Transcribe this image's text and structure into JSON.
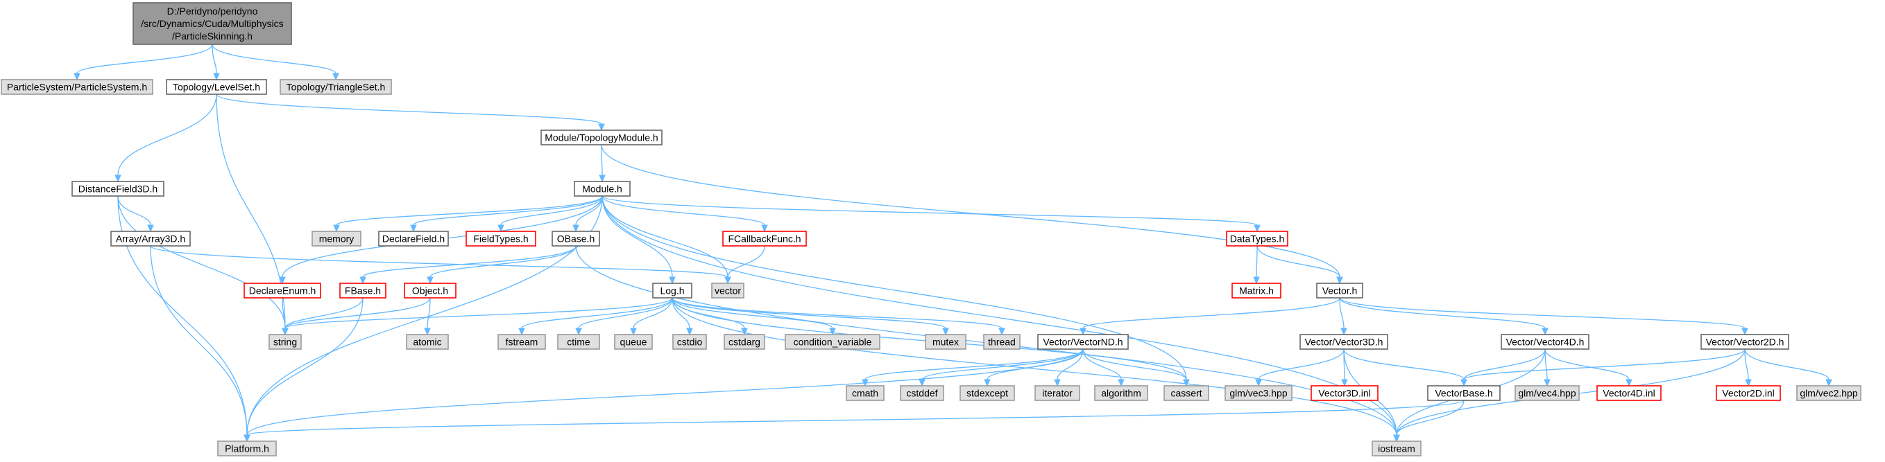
{
  "colors": {
    "root_fill": "#999999",
    "root_stroke": "#666666",
    "normal_fill": "#ffffff",
    "normal_stroke": "#666666",
    "external_fill": "#e0e0e0",
    "external_stroke": "#999999",
    "truncated_stroke": "#ff0000",
    "edge": "#63b8ff"
  },
  "nodes": [
    {
      "id": "root",
      "lines": [
        "D:/Peridyno/peridyno",
        "/src/Dynamics/Cuda/Multiphysics",
        "/ParticleSkinning.h"
      ],
      "kind": "root"
    },
    {
      "id": "psys",
      "lines": [
        "ParticleSystem/ParticleSystem.h"
      ],
      "kind": "external"
    },
    {
      "id": "levelset",
      "lines": [
        "Topology/LevelSet.h"
      ],
      "kind": "normal"
    },
    {
      "id": "triset",
      "lines": [
        "Topology/TriangleSet.h"
      ],
      "kind": "external"
    },
    {
      "id": "topomod",
      "lines": [
        "Module/TopologyModule.h"
      ],
      "kind": "normal"
    },
    {
      "id": "df3d",
      "lines": [
        "DistanceField3D.h"
      ],
      "kind": "normal"
    },
    {
      "id": "module",
      "lines": [
        "Module.h"
      ],
      "kind": "normal"
    },
    {
      "id": "array3d",
      "lines": [
        "Array/Array3D.h"
      ],
      "kind": "normal"
    },
    {
      "id": "memory",
      "lines": [
        "memory"
      ],
      "kind": "external"
    },
    {
      "id": "declfield",
      "lines": [
        "DeclareField.h"
      ],
      "kind": "normal"
    },
    {
      "id": "fieldtypes",
      "lines": [
        "FieldTypes.h"
      ],
      "kind": "truncated"
    },
    {
      "id": "obase",
      "lines": [
        "OBase.h"
      ],
      "kind": "normal"
    },
    {
      "id": "fcallback",
      "lines": [
        "FCallbackFunc.h"
      ],
      "kind": "truncated"
    },
    {
      "id": "datatypes",
      "lines": [
        "DataTypes.h"
      ],
      "kind": "truncated"
    },
    {
      "id": "declenum",
      "lines": [
        "DeclareEnum.h"
      ],
      "kind": "truncated"
    },
    {
      "id": "fbase",
      "lines": [
        "FBase.h"
      ],
      "kind": "truncated"
    },
    {
      "id": "object",
      "lines": [
        "Object.h"
      ],
      "kind": "truncated"
    },
    {
      "id": "log",
      "lines": [
        "Log.h"
      ],
      "kind": "normal"
    },
    {
      "id": "vector",
      "lines": [
        "vector"
      ],
      "kind": "external"
    },
    {
      "id": "matrix",
      "lines": [
        "Matrix.h"
      ],
      "kind": "truncated"
    },
    {
      "id": "vectorh",
      "lines": [
        "Vector.h"
      ],
      "kind": "normal"
    },
    {
      "id": "string",
      "lines": [
        "string"
      ],
      "kind": "external"
    },
    {
      "id": "atomic",
      "lines": [
        "atomic"
      ],
      "kind": "external"
    },
    {
      "id": "fstream",
      "lines": [
        "fstream"
      ],
      "kind": "external"
    },
    {
      "id": "ctime",
      "lines": [
        "ctime"
      ],
      "kind": "external"
    },
    {
      "id": "queue",
      "lines": [
        "queue"
      ],
      "kind": "external"
    },
    {
      "id": "cstdio",
      "lines": [
        "cstdio"
      ],
      "kind": "external"
    },
    {
      "id": "cstdarg",
      "lines": [
        "cstdarg"
      ],
      "kind": "external"
    },
    {
      "id": "condvar",
      "lines": [
        "condition_variable"
      ],
      "kind": "external"
    },
    {
      "id": "mutex",
      "lines": [
        "mutex"
      ],
      "kind": "external"
    },
    {
      "id": "thread",
      "lines": [
        "thread"
      ],
      "kind": "external"
    },
    {
      "id": "vecnd",
      "lines": [
        "Vector/VectorND.h"
      ],
      "kind": "normal"
    },
    {
      "id": "vec3d",
      "lines": [
        "Vector/Vector3D.h"
      ],
      "kind": "normal"
    },
    {
      "id": "vec4d",
      "lines": [
        "Vector/Vector4D.h"
      ],
      "kind": "normal"
    },
    {
      "id": "vec2d",
      "lines": [
        "Vector/Vector2D.h"
      ],
      "kind": "normal"
    },
    {
      "id": "cmath",
      "lines": [
        "cmath"
      ],
      "kind": "external"
    },
    {
      "id": "cstddef",
      "lines": [
        "cstddef"
      ],
      "kind": "external"
    },
    {
      "id": "stdexcept",
      "lines": [
        "stdexcept"
      ],
      "kind": "external"
    },
    {
      "id": "iterator",
      "lines": [
        "iterator"
      ],
      "kind": "external"
    },
    {
      "id": "algorithm",
      "lines": [
        "algorithm"
      ],
      "kind": "external"
    },
    {
      "id": "cassert",
      "lines": [
        "cassert"
      ],
      "kind": "external"
    },
    {
      "id": "glmvec3",
      "lines": [
        "glm/vec3.hpp"
      ],
      "kind": "external"
    },
    {
      "id": "vec3dinl",
      "lines": [
        "Vector3D.inl"
      ],
      "kind": "truncated"
    },
    {
      "id": "vecbase",
      "lines": [
        "VectorBase.h"
      ],
      "kind": "normal"
    },
    {
      "id": "glmvec4",
      "lines": [
        "glm/vec4.hpp"
      ],
      "kind": "external"
    },
    {
      "id": "vec4dinl",
      "lines": [
        "Vector4D.inl"
      ],
      "kind": "truncated"
    },
    {
      "id": "vec2dinl",
      "lines": [
        "Vector2D.inl"
      ],
      "kind": "truncated"
    },
    {
      "id": "glmvec2",
      "lines": [
        "glm/vec2.hpp"
      ],
      "kind": "external"
    },
    {
      "id": "platform",
      "lines": [
        "Platform.h"
      ],
      "kind": "external"
    },
    {
      "id": "iostream",
      "lines": [
        "iostream"
      ],
      "kind": "external"
    }
  ],
  "edges": [
    [
      "root",
      "psys"
    ],
    [
      "root",
      "levelset"
    ],
    [
      "root",
      "triset"
    ],
    [
      "levelset",
      "topomod"
    ],
    [
      "levelset",
      "df3d"
    ],
    [
      "levelset",
      "string"
    ],
    [
      "topomod",
      "module"
    ],
    [
      "topomod",
      "vectorh"
    ],
    [
      "df3d",
      "array3d"
    ],
    [
      "df3d",
      "string"
    ],
    [
      "df3d",
      "platform"
    ],
    [
      "array3d",
      "vector"
    ],
    [
      "array3d",
      "platform"
    ],
    [
      "module",
      "memory"
    ],
    [
      "module",
      "declfield"
    ],
    [
      "module",
      "fieldtypes"
    ],
    [
      "module",
      "obase"
    ],
    [
      "module",
      "fcallback"
    ],
    [
      "module",
      "datatypes"
    ],
    [
      "module",
      "declenum"
    ],
    [
      "module",
      "log"
    ],
    [
      "module",
      "vector"
    ],
    [
      "module",
      "cassert"
    ],
    [
      "module",
      "iostream"
    ],
    [
      "module",
      "platform"
    ],
    [
      "obase",
      "fbase"
    ],
    [
      "obase",
      "object"
    ],
    [
      "obase",
      "iostream"
    ],
    [
      "fcallback",
      "vector"
    ],
    [
      "datatypes",
      "matrix"
    ],
    [
      "datatypes",
      "vectorh"
    ],
    [
      "declenum",
      "string"
    ],
    [
      "fbase",
      "string"
    ],
    [
      "fbase",
      "platform"
    ],
    [
      "object",
      "string"
    ],
    [
      "object",
      "atomic"
    ],
    [
      "log",
      "string"
    ],
    [
      "log",
      "fstream"
    ],
    [
      "log",
      "ctime"
    ],
    [
      "log",
      "queue"
    ],
    [
      "log",
      "cstdio"
    ],
    [
      "log",
      "cstdarg"
    ],
    [
      "log",
      "condvar"
    ],
    [
      "log",
      "mutex"
    ],
    [
      "log",
      "thread"
    ],
    [
      "log",
      "cassert"
    ],
    [
      "log",
      "iostream"
    ],
    [
      "vectorh",
      "vecnd"
    ],
    [
      "vectorh",
      "vec3d"
    ],
    [
      "vectorh",
      "vec4d"
    ],
    [
      "vectorh",
      "vec2d"
    ],
    [
      "vecnd",
      "cmath"
    ],
    [
      "vecnd",
      "cstddef"
    ],
    [
      "vecnd",
      "stdexcept"
    ],
    [
      "vecnd",
      "iterator"
    ],
    [
      "vecnd",
      "algorithm"
    ],
    [
      "vecnd",
      "cassert"
    ],
    [
      "vecnd",
      "platform"
    ],
    [
      "vec3d",
      "glmvec3"
    ],
    [
      "vec3d",
      "vec3dinl"
    ],
    [
      "vec3d",
      "vecbase"
    ],
    [
      "vec3d",
      "iostream"
    ],
    [
      "vec4d",
      "vecbase"
    ],
    [
      "vec4d",
      "glmvec4"
    ],
    [
      "vec4d",
      "vec4dinl"
    ],
    [
      "vec4d",
      "iostream"
    ],
    [
      "vec2d",
      "vecbase"
    ],
    [
      "vec2d",
      "vec2dinl"
    ],
    [
      "vec2d",
      "glmvec2"
    ],
    [
      "vec2d",
      "iostream"
    ],
    [
      "vecbase",
      "platform"
    ],
    [
      "vecbase",
      "iostream"
    ]
  ]
}
